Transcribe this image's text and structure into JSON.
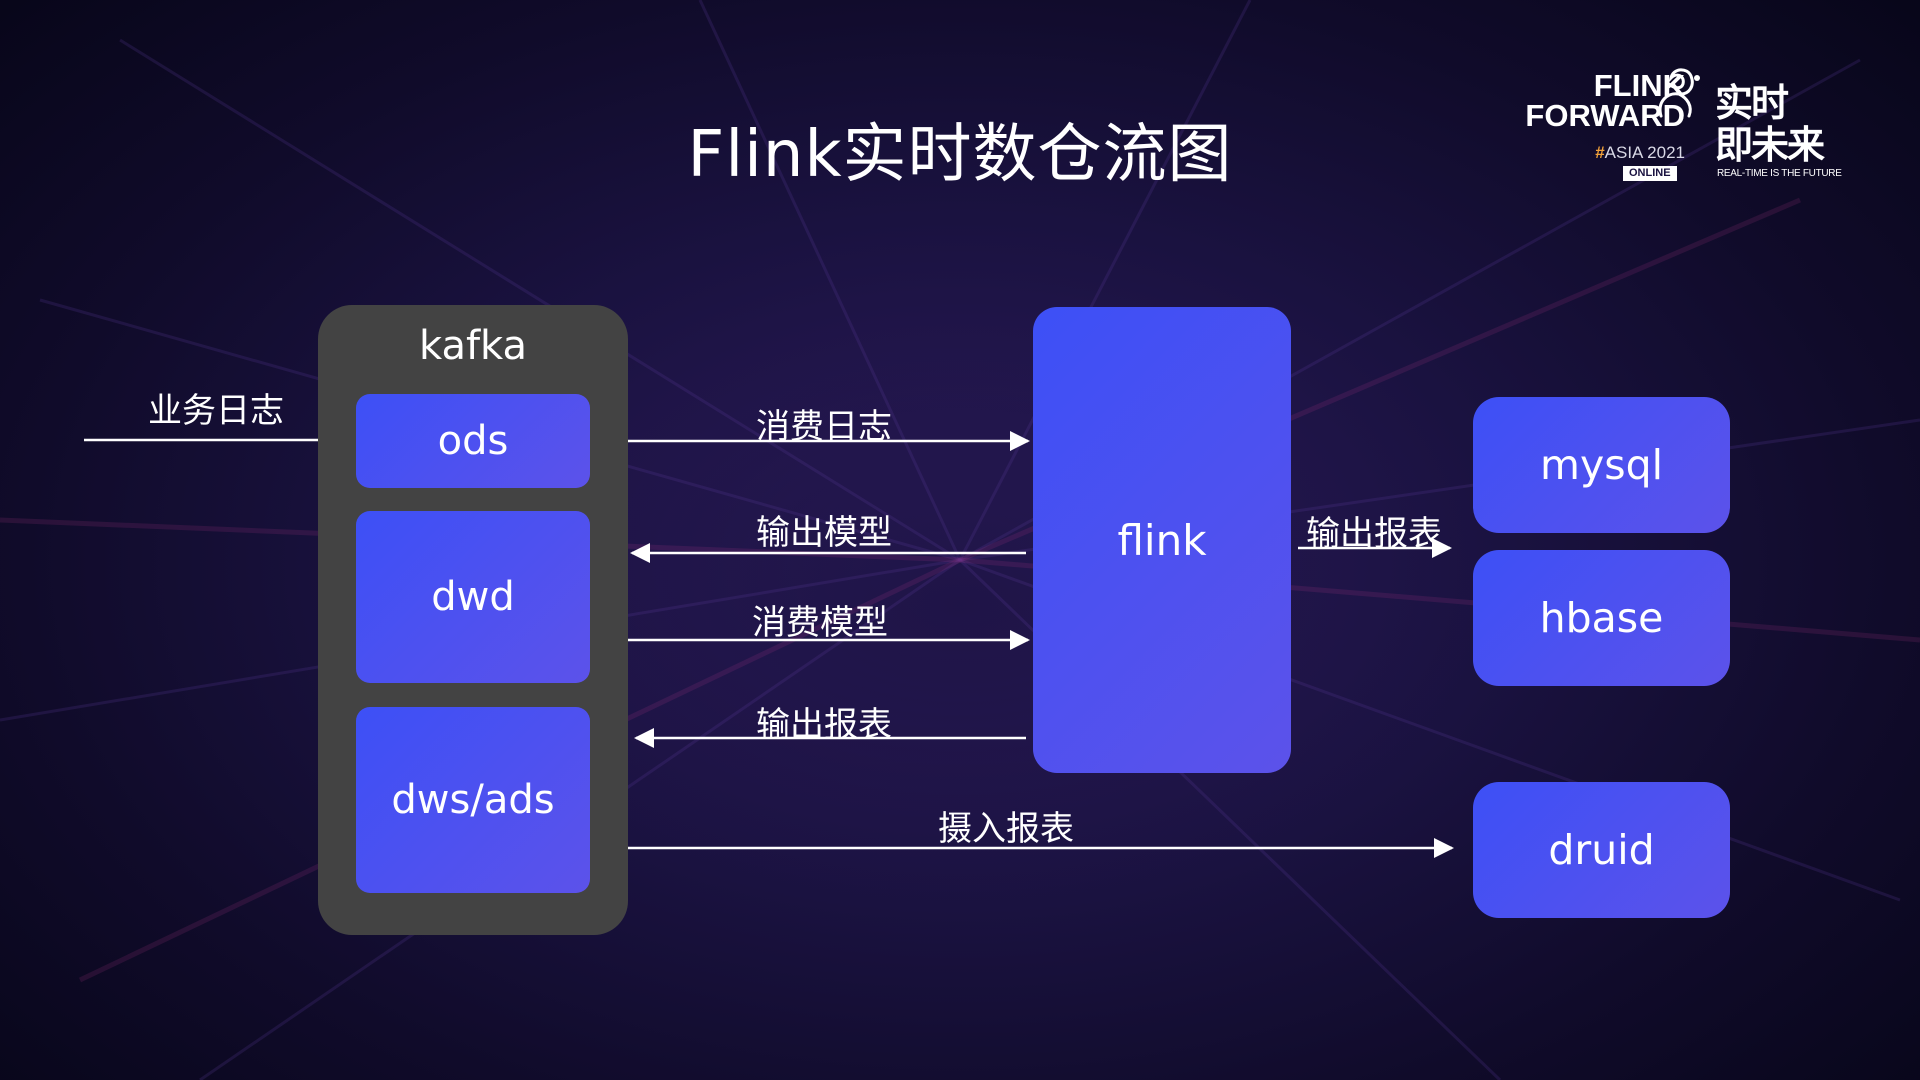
{
  "title": "Flink实时数仓流图",
  "logo": {
    "line1": "FLINK",
    "line2": "FORWARD",
    "asia_hash": "#",
    "asia": "ASIA 2021",
    "online": "ONLINE",
    "cn_line1": "实时",
    "cn_line2": "即未来",
    "tagline": "REAL-TIME IS THE FUTURE"
  },
  "kafka": {
    "label": "kafka",
    "layers": [
      "ods",
      "dwd",
      "dws/ads"
    ]
  },
  "flink": "flink",
  "sinks": [
    "mysql",
    "hbase",
    "druid"
  ],
  "edges": {
    "business_log": "业务日志",
    "consume_log": "消费日志",
    "output_model": "输出模型",
    "consume_model": "消费模型",
    "output_report_back": "输出报表",
    "ingest_report": "摄入报表",
    "output_report": "输出报表"
  },
  "colors": {
    "node": "#4052f2",
    "container": "#434343",
    "background": "#140e33"
  }
}
